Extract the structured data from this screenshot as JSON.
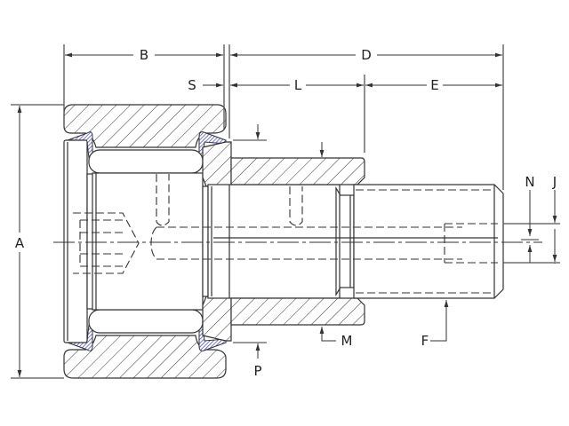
{
  "title": "Cam follower dimension drawing",
  "colors": {
    "line": "#333333",
    "seal": "#3b3bd6",
    "background": "#ffffff"
  },
  "dimensions": {
    "A": "A",
    "B": "B",
    "D": "D",
    "E": "E",
    "F": "F",
    "J": "J",
    "L": "L",
    "M": "M",
    "N": "N",
    "P": "P",
    "S": "S"
  }
}
